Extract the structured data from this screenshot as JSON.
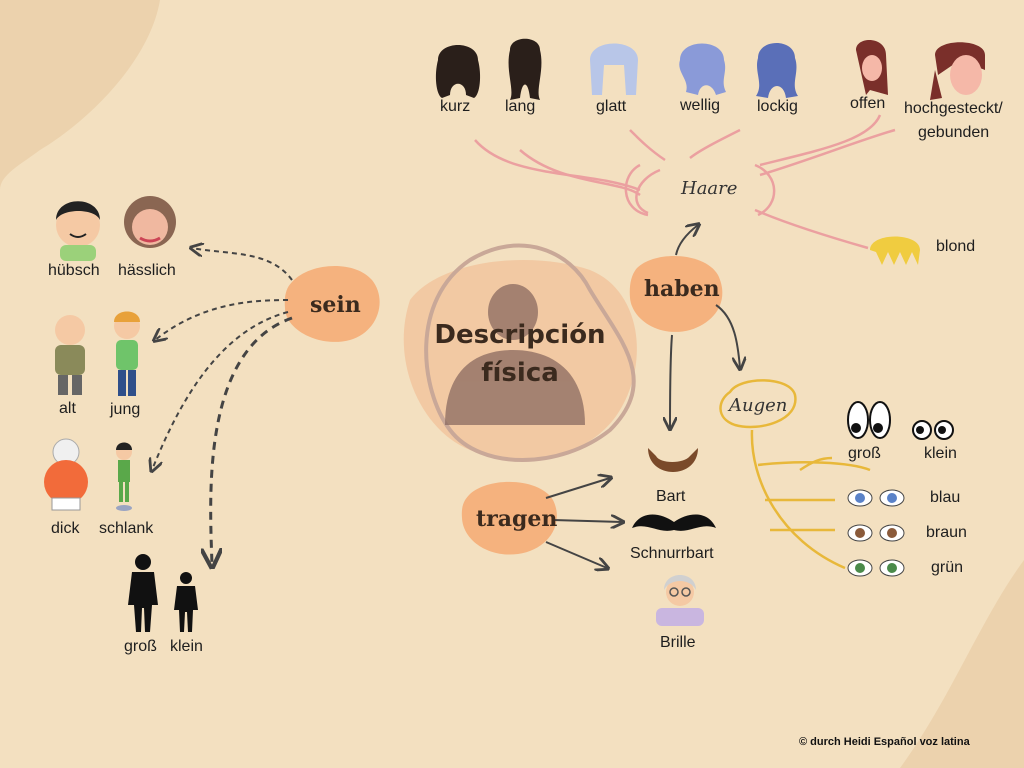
{
  "center": {
    "title_line1": "Descripción",
    "title_line2": "física"
  },
  "verbs": {
    "sein": "sein",
    "haben": "haben",
    "tragen": "tragen"
  },
  "hubs": {
    "haare": "Haare",
    "augen": "Augen"
  },
  "sein_items": {
    "huebsch": "hübsch",
    "haesslich": "hässlich",
    "alt": "alt",
    "jung": "jung",
    "dick": "dick",
    "schlank": "schlank",
    "gross": "groß",
    "klein": "klein"
  },
  "haare_items": {
    "kurz": "kurz",
    "lang": "lang",
    "glatt": "glatt",
    "wellig": "wellig",
    "lockig": "lockig",
    "offen": "offen",
    "hochgesteckt": "hochgesteckt/",
    "gebunden": "gebunden",
    "blond": "blond"
  },
  "tragen_items": {
    "bart": "Bart",
    "schnurrbart": "Schnurrbart",
    "brille": "Brille"
  },
  "augen_items": {
    "gross": "groß",
    "klein": "klein",
    "blau": "blau",
    "braun": "braun",
    "gruen": "grün"
  },
  "footer": {
    "copyright": "© durch Heidi Español voz latina"
  },
  "colors": {
    "background": "#f3e0c0",
    "verb_blob": "#f5b27e",
    "haare_lines": "#eba0a0",
    "augen_lines": "#e8b83a",
    "arrows": "#444444"
  },
  "icons": [
    "smiling-man-icon",
    "old-woman-face-icon",
    "old-man-icon",
    "boy-icon",
    "fat-man-icon",
    "slim-boy-icon",
    "tall-person-icon",
    "short-person-icon",
    "short-hair-icon",
    "long-hair-icon",
    "straight-hair-icon",
    "wavy-hair-icon",
    "curly-hair-icon",
    "open-hair-woman-icon",
    "tied-hair-woman-icon",
    "blond-hair-icon",
    "beard-icon",
    "mustache-icon",
    "grandma-glasses-icon",
    "big-eyes-icon",
    "small-eyes-icon",
    "blue-eyes-icon",
    "brown-eyes-icon",
    "green-eyes-icon",
    "person-silhouette-icon"
  ]
}
